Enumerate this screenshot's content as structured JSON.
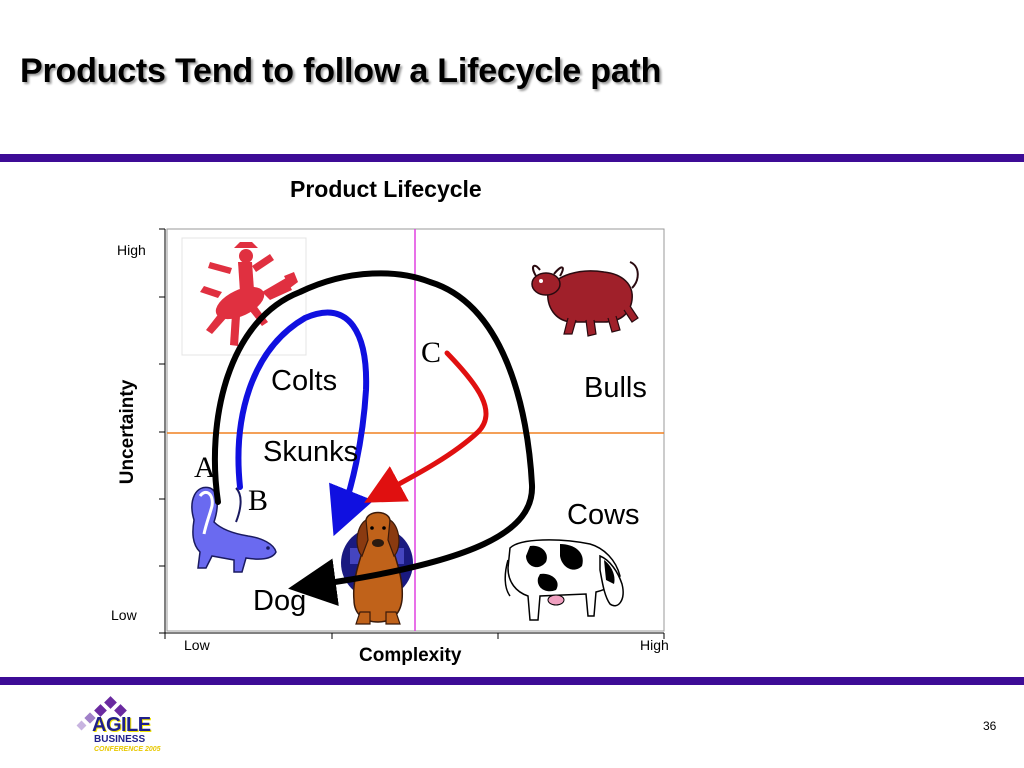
{
  "slide": {
    "title": "Products Tend to follow a Lifecycle path",
    "page_number": "36"
  },
  "diagram": {
    "title": "Product Lifecycle",
    "y_axis": {
      "title": "Uncertainty",
      "high": "High",
      "low": "Low"
    },
    "x_axis": {
      "title": "Complexity",
      "low": "Low",
      "high": "High"
    },
    "quadrants": {
      "top_left": "Colts",
      "top_right": "Bulls",
      "bottom_left": "Skunks",
      "bottom_right": "Cows",
      "bottom": "Dog"
    },
    "paths": [
      {
        "label": "A",
        "color": "#000000"
      },
      {
        "label": "B",
        "color": "#1010e0"
      },
      {
        "label": "C",
        "color": "#e01010"
      }
    ],
    "divider_colors": {
      "horizontal": "#f08020",
      "vertical": "#e040e0"
    },
    "icons": [
      "bronco-rider-icon",
      "bull-icon",
      "skunk-icon",
      "bloodhound-dog-icon",
      "dairy-cow-icon"
    ]
  },
  "logo": {
    "line1": "AGILE",
    "line2": "BUSINESS",
    "line3": "CONFERENCE 2005"
  },
  "colors": {
    "rule": "#3d0c96"
  }
}
